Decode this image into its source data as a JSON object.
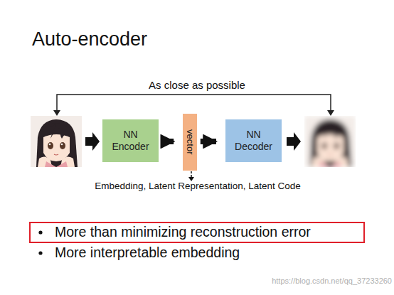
{
  "diagram": {
    "title": "Auto-encoder",
    "nodes": [
      {
        "text": [
          "NN Encoder"
        ]
      },
      {
        "text": [
          "vector"
        ]
      },
      {
        "text": [
          "NN Decoder"
        ]
      }
    ],
    "edges": [
      {
        "from": 0,
        "to": 1,
        "arrow": "to"
      },
      {
        "from": 1,
        "to": 2,
        "arrow": "to"
      }
    ],
    "labels": [
      "As close as possible",
      "Embedding, Latent Representation, Latent Code",
      "More than minimizing reconstruction error",
      "More interpretable embedding",
      "https://blog.csdn.net/qq_37233260"
    ]
  }
}
